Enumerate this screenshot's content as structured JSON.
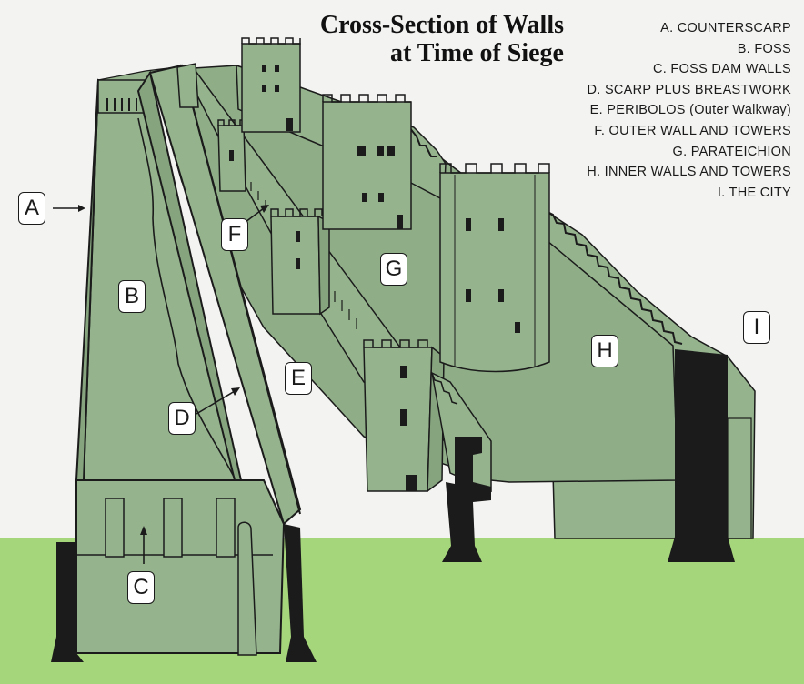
{
  "title": {
    "line1": "Cross-Section of Walls",
    "line2": "at Time of Siege"
  },
  "legend": [
    "A. COUNTERSCARP",
    "B. FOSS",
    "C. FOSS DAM WALLS",
    "D. SCARP PLUS BREASTWORK",
    "E. PERIBOLOS (Outer Walkway)",
    "F. OUTER WALL AND TOWERS",
    "G. PARATEICHION",
    "H. INNER WALLS AND TOWERS",
    "I. THE CITY"
  ],
  "labels": {
    "A": "A",
    "B": "B",
    "C": "C",
    "D": "D",
    "E": "E",
    "F": "F",
    "G": "G",
    "H": "H",
    "I": "I"
  },
  "colors": {
    "wall": "#95b48e",
    "wall_dark": "#86a57f",
    "grass": "#a6d67b",
    "outline": "#1b1b1b",
    "background": "#f3f3f1"
  }
}
